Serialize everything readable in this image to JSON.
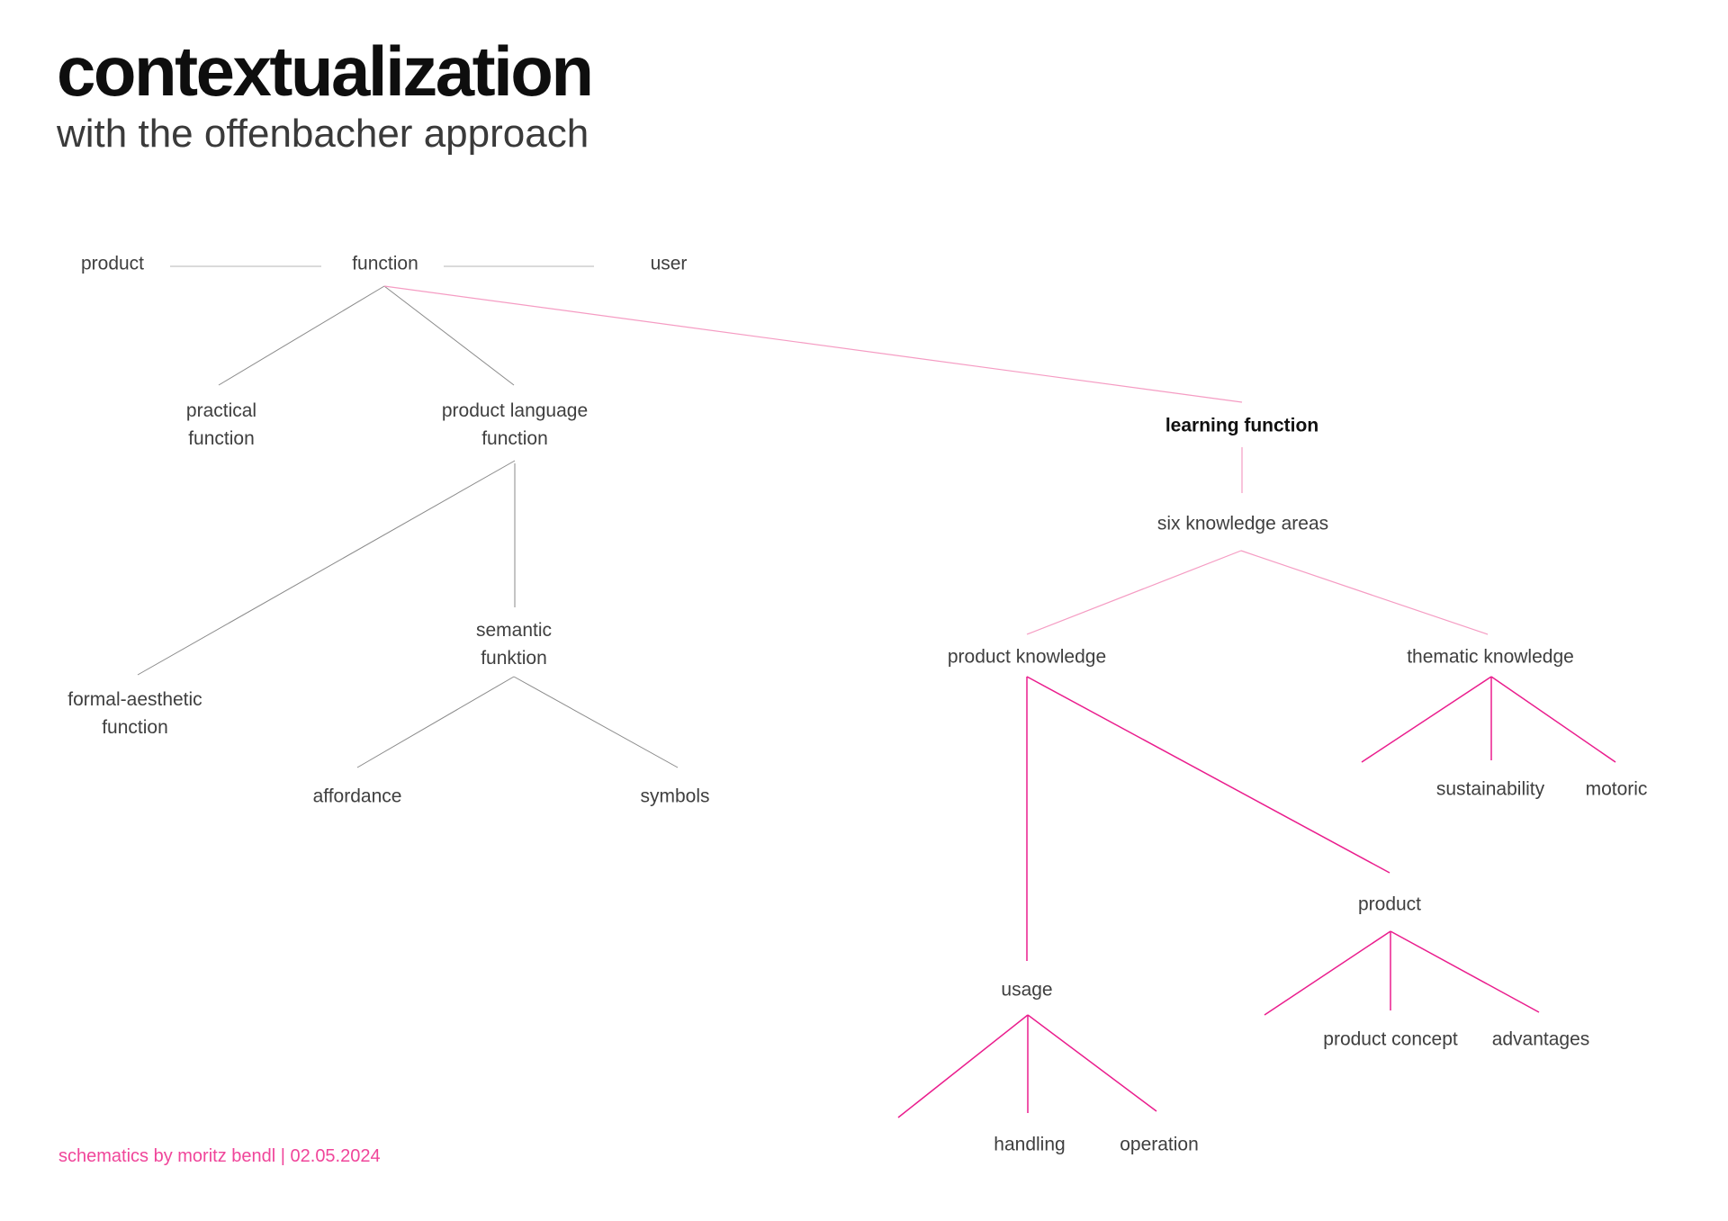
{
  "header": {
    "title": "contextualization",
    "subtitle": "with the offenbacher approach"
  },
  "footer": {
    "credit": "schematics by moritz bendl | 02.05.2024"
  },
  "palette": {
    "title_color": "#0e0e0e",
    "subtitle_color": "#3a3a3a",
    "label_color": "#3f3f3f",
    "bold_label_color": "#101010",
    "gray_line": "#8a8a8a",
    "light_gray_line": "#b5b5b5",
    "light_pink_line": "#f59cc3",
    "magenta_line": "#ea1d8d",
    "credit_pink": "#f0459a"
  },
  "nodes": {
    "product_top": "product",
    "function": "function",
    "user": "user",
    "practical_function": "practical function",
    "product_language_function": "product language function",
    "semantic_funktion": "semantic funktion",
    "formal_aesthetic_function": "formal-aesthetic function",
    "affordance": "affordance",
    "symbols": "symbols",
    "learning_function": "learning function",
    "six_knowledge_areas": "six knowledge areas",
    "product_knowledge": "product knowledge",
    "thematic_knowledge": "thematic knowledge",
    "sustainability": "sustainability",
    "motoric": "motoric",
    "product_right": "product",
    "usage": "usage",
    "handling": "handling",
    "operation": "operation",
    "product_concept": "product concept",
    "advantages": "advantages"
  }
}
